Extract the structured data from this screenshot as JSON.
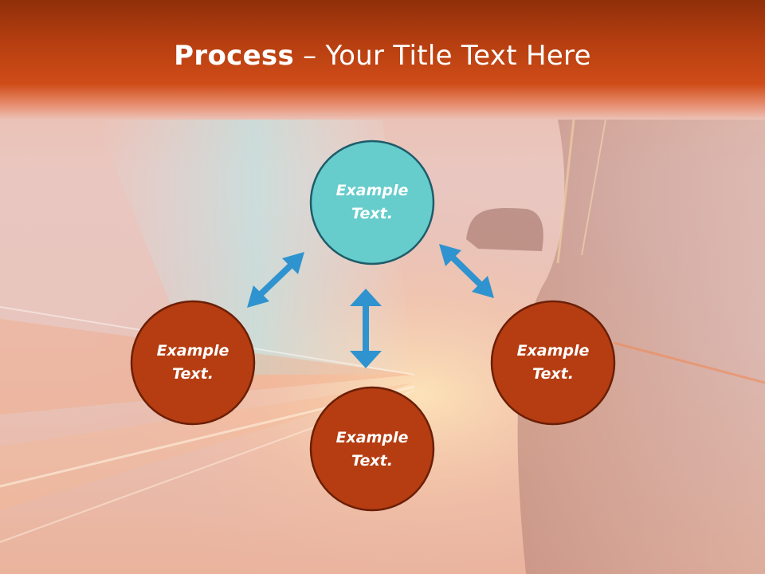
{
  "slide": {
    "title_bold": "Process",
    "title_rest": " – Your Title Text Here"
  },
  "diagram": {
    "nodes": [
      {
        "id": "top",
        "line1": "Example",
        "line2": "Text.",
        "fill": "#66cccc"
      },
      {
        "id": "left",
        "line1": "Example",
        "line2": "Text.",
        "fill": "#b53d11"
      },
      {
        "id": "bottom",
        "line1": "Example",
        "line2": "Text.",
        "fill": "#b53d11"
      },
      {
        "id": "right",
        "line1": "Example",
        "line2": "Text.",
        "fill": "#b53d11"
      }
    ],
    "arrow_color": "#2f93cf"
  }
}
